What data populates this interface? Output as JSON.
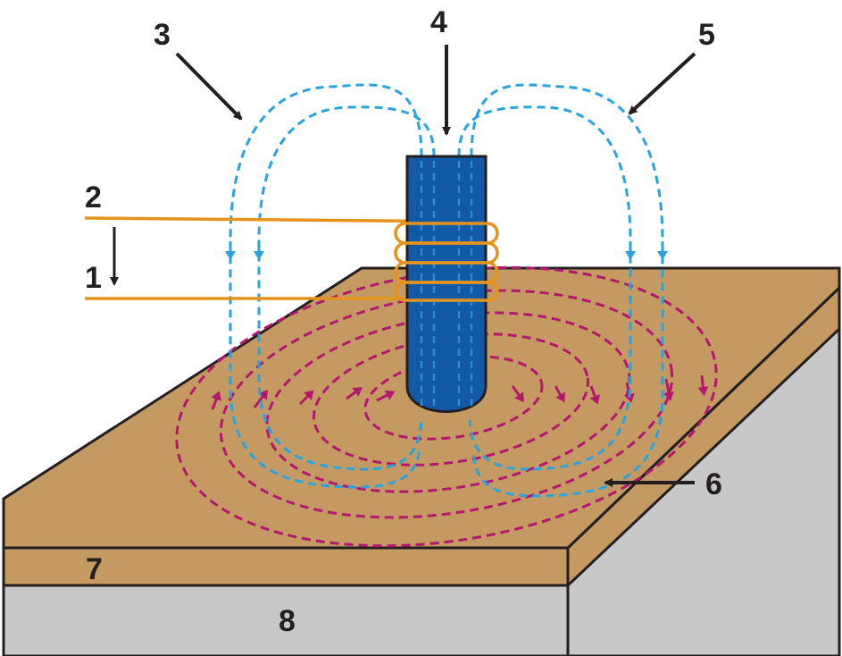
{
  "labels": {
    "l1": "1",
    "l2": "2",
    "l3": "3",
    "l4": "4",
    "l5": "5",
    "l6": "6",
    "l7": "7",
    "l8": "8"
  },
  "colors": {
    "plate_top": "#c49a62",
    "plate_side": "#c8c8c8",
    "probe": "#1259a6",
    "primary_field": "#27a3df",
    "eddy_current": "#b3186e",
    "coil": "#e4941c",
    "outline": "#231f20"
  }
}
